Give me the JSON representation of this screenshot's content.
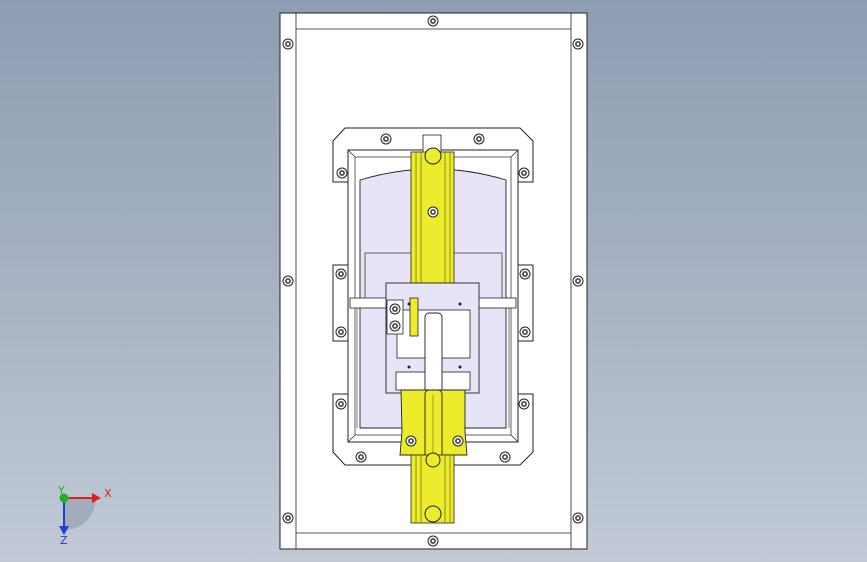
{
  "triad": {
    "x_label": "X",
    "y_label": "Y",
    "z_label": "Z",
    "x_color": "#e02020",
    "y_color": "#20b020",
    "z_color": "#2040d0"
  },
  "colors": {
    "background_top": "#8e9db3",
    "background_bottom": "#c2cad6",
    "plate": "#ffffff",
    "line": "#222222",
    "rail_yellow": "#ecec2c",
    "body_lavender": "#e6e4f6"
  }
}
